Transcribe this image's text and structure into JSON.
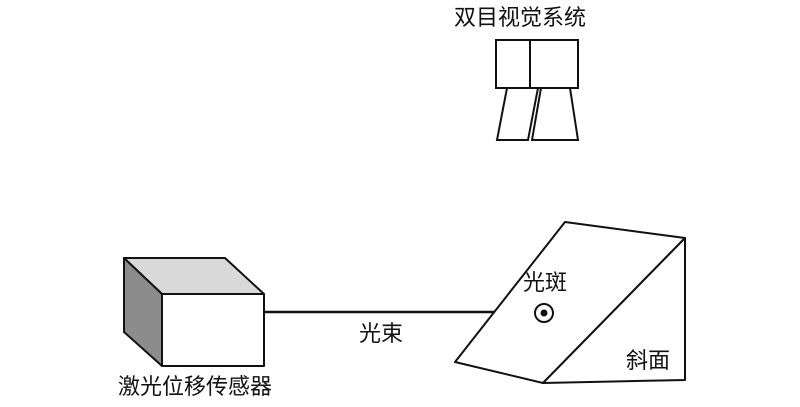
{
  "labels": {
    "stereo_vision_system": "双目视觉系统",
    "laser_sensor": "激光位移传感器",
    "beam": "光束",
    "light_spot": "光斑",
    "slope": "斜面"
  },
  "colors": {
    "stroke": "#111111",
    "box_top": "#d9d9d9",
    "box_side": "#8c8c8c",
    "box_front": "#ffffff",
    "background": "#ffffff"
  }
}
